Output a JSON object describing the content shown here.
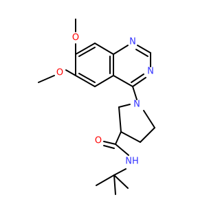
{
  "colors": {
    "carbon_bond": "#000000",
    "nitrogen": "#3333ff",
    "oxygen": "#ff0000",
    "background": "#ffffff"
  },
  "atoms": [
    {
      "id": "N1",
      "label": "N",
      "element": "nitrogen"
    },
    {
      "id": "N3",
      "label": "N",
      "element": "nitrogen"
    },
    {
      "id": "O7",
      "label": "O",
      "element": "oxygen"
    },
    {
      "id": "O6",
      "label": "O",
      "element": "oxygen"
    },
    {
      "id": "Npyr",
      "label": "N",
      "element": "nitrogen"
    },
    {
      "id": "Oamide",
      "label": "O",
      "element": "oxygen"
    },
    {
      "id": "Namide",
      "label": "NH",
      "element": "nitrogen"
    }
  ]
}
